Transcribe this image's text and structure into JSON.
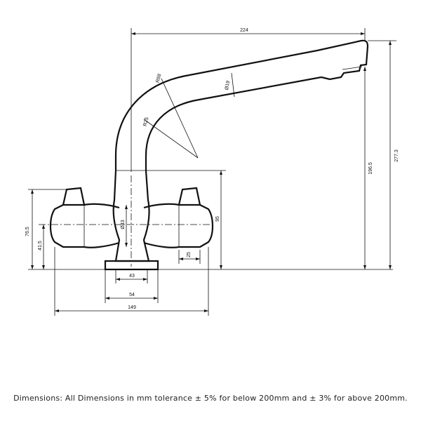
{
  "drawing": {
    "dimensions": {
      "overall_reach": "224",
      "total_height": "277.3",
      "spout_height": "196.5",
      "spout_radius_outer": "R88",
      "spout_radius_inner": "R25",
      "spout_diameter": "Ø19",
      "body_height": "95",
      "handle_height": "76.5",
      "handle_center_height": "41.5",
      "handle_diameter": "Ø43",
      "handle_width": "25",
      "base_width_inner": "43",
      "base_width_outer": "54",
      "overall_width": "149"
    }
  },
  "caption": "Dimensions: All Dimensions in mm tolerance ± 5% for below 200mm and ± 3% for above 200mm."
}
